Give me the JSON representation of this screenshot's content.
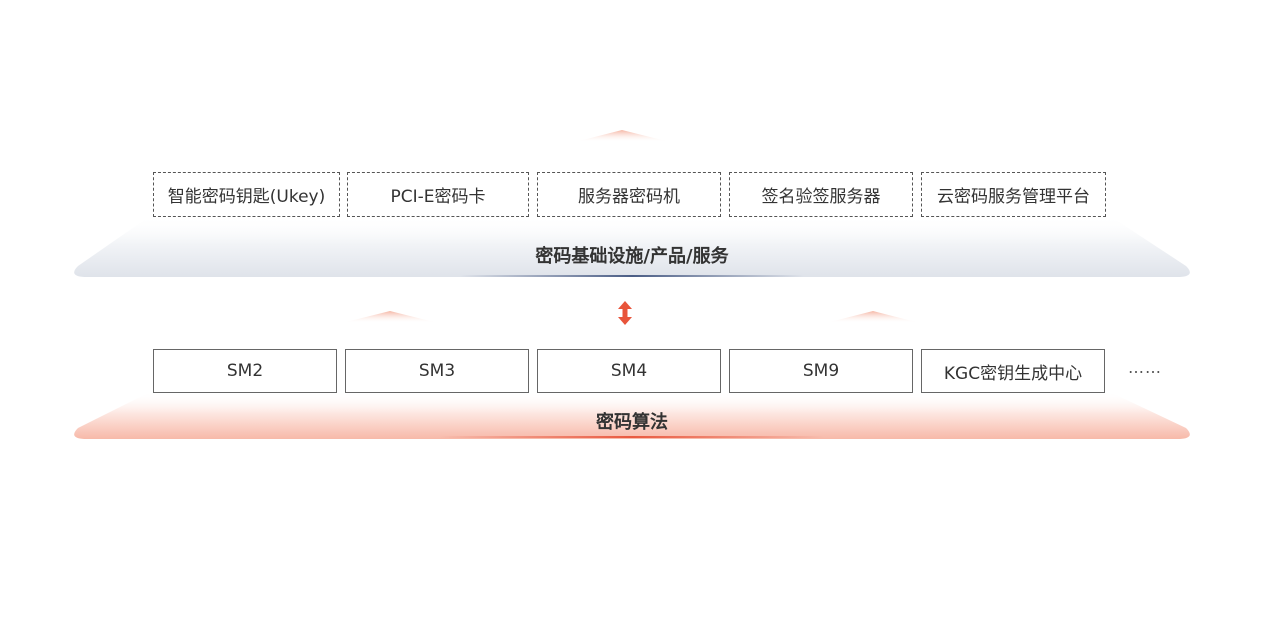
{
  "colors": {
    "accent": "#e8543a",
    "upper_band": "#e6e9ef",
    "lower_band": "#f6b3a3",
    "upper_edge": "#3a4e7a",
    "lower_edge": "#e8543a"
  },
  "upper_layer": {
    "title": "密码基础设施/产品/服务",
    "items": [
      {
        "label": "智能密码钥匙(Ukey)"
      },
      {
        "label": "PCI-E密码卡"
      },
      {
        "label": "服务器密码机"
      },
      {
        "label": "签名验签服务器"
      },
      {
        "label": "云密码服务管理平台"
      }
    ]
  },
  "connector": {
    "icon": "double-arrow-icon"
  },
  "lower_layer": {
    "title": "密码算法",
    "items": [
      {
        "label": "SM2"
      },
      {
        "label": "SM3"
      },
      {
        "label": "SM4"
      },
      {
        "label": "SM9"
      },
      {
        "label": "KGC密钥生成中心"
      }
    ],
    "more": "……"
  }
}
